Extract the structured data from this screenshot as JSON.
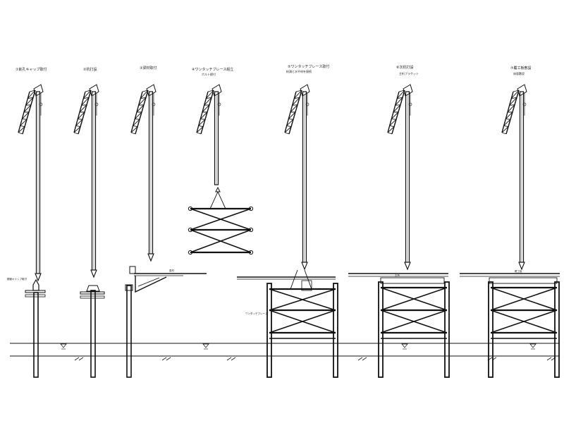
{
  "steps": [
    {
      "title": "①削孔キャップ取付",
      "subtitle": "",
      "note": "鋼管キャップ取付"
    },
    {
      "title": "②杭打設",
      "subtitle": "",
      "note": ""
    },
    {
      "title": "③梁材取付",
      "subtitle": "",
      "note": ""
    },
    {
      "title": "④ワンタッチブレース組立",
      "subtitle": "ボルト締付",
      "note": ""
    },
    {
      "title": "⑤ワンタッチブレース取付",
      "subtitle": "杭頭と水平材を接続",
      "note": "ワンタッチブレース"
    },
    {
      "title": "⑥次杭打設",
      "subtitle": "主桁ブラケット",
      "note": ""
    },
    {
      "title": "⑦覆工板敷設",
      "subtitle": "床版敷設",
      "note": ""
    }
  ],
  "labels": {
    "beam_small": "梁材",
    "deck_6": "主桁",
    "deck_7": "覆工板"
  },
  "colors": {
    "line": "#111111",
    "background": "#ffffff"
  }
}
